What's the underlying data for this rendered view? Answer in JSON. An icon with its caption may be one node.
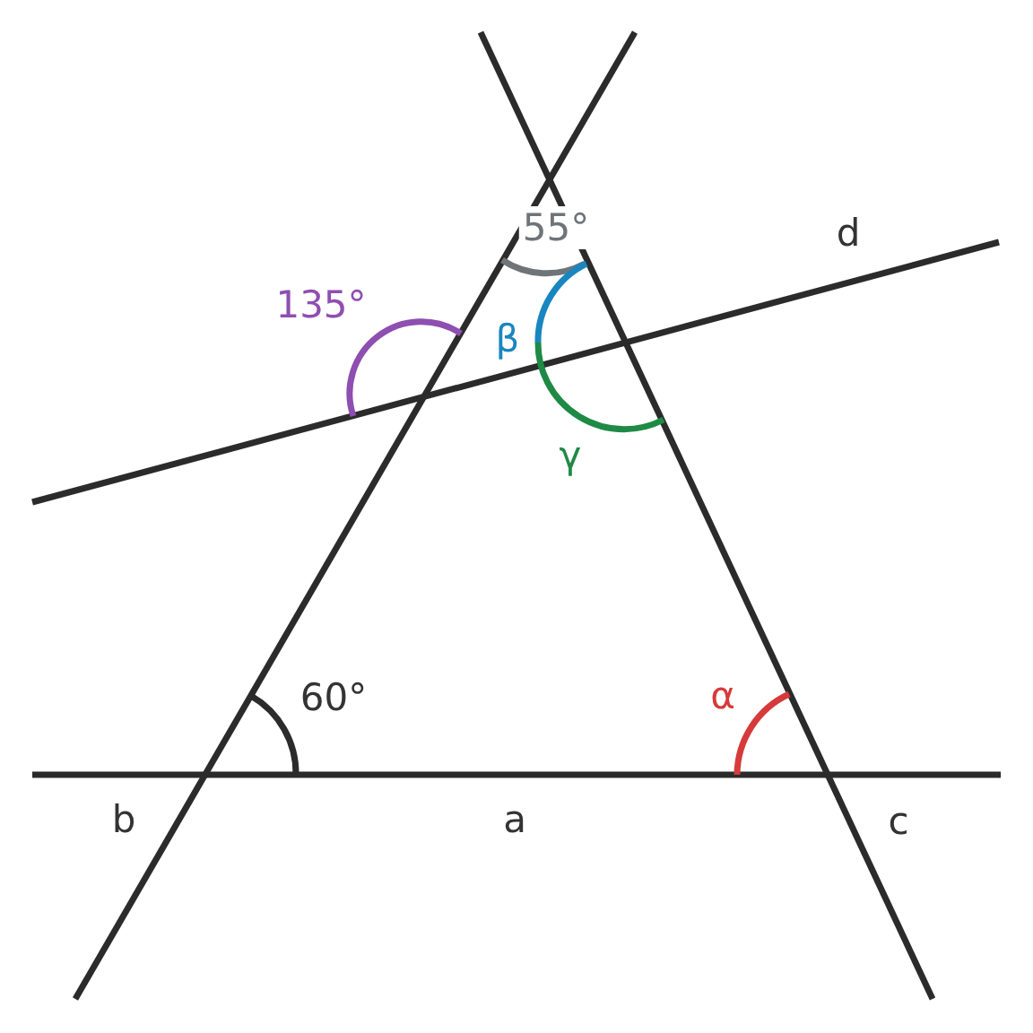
{
  "diagram": {
    "labels": [
      "55°",
      "d",
      "135°",
      "β",
      "γ",
      "60°",
      "α",
      "b",
      "a",
      "c"
    ]
  }
}
